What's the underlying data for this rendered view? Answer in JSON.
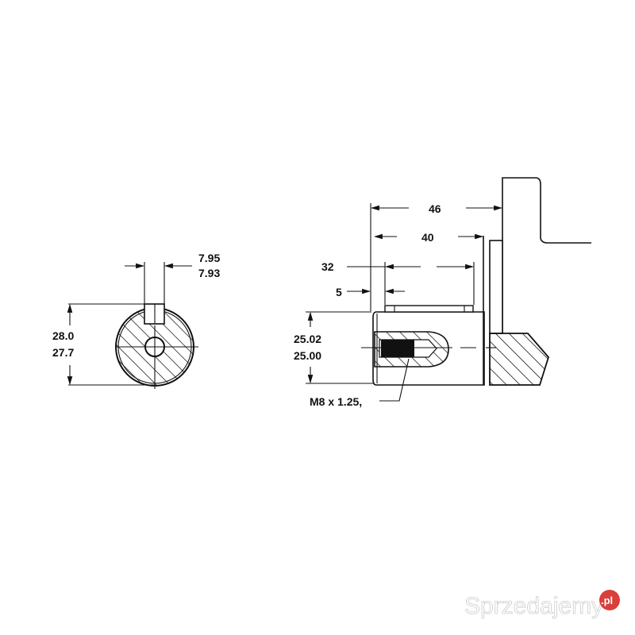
{
  "front_view": {
    "key_width_max": "7.95",
    "key_width_min": "7.93",
    "height_max": "28.0",
    "height_min": "27.7"
  },
  "side_view": {
    "dim_total": "46",
    "dim_shaft": "40",
    "dim_key_length": "32",
    "dim_key_offset": "5",
    "diameter_max": "25.02",
    "diameter_min": "25.00",
    "thread_note": "M8 x 1.25,"
  },
  "watermark": {
    "text": "Sprzedajemy",
    "badge": ".pl",
    "badge_color": "#d9403a"
  }
}
